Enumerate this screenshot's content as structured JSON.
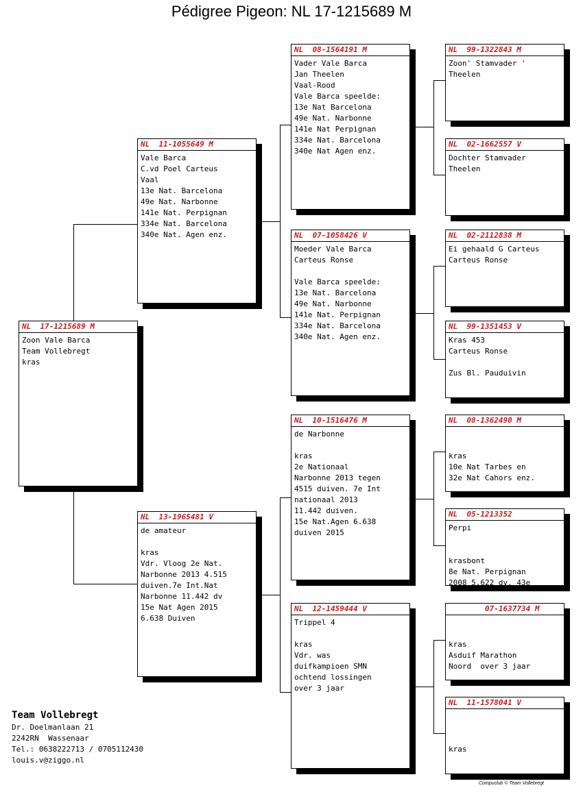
{
  "title": "Pédigree Pigeon: NL  17-1215689 M",
  "pigeons": [
    {
      "id": "p1",
      "ring": "NL  17-1215689 M",
      "lines": [
        "Zoon Vale Barca",
        "Team Vollebregt",
        "kras"
      ]
    },
    {
      "id": "p2",
      "ring": "NL  11-1055649 M",
      "lines": [
        "Vale Barca",
        "C.vd Poel Carteus",
        "Vaal",
        "13e Nat. Barcelona",
        "49e Nat. Narbonne",
        "141e Nat. Perpignan",
        "334e Nat. Barcelona",
        "340e Nat. Agen enz."
      ]
    },
    {
      "id": "p3",
      "ring": "NL  13-1965481 V",
      "lines": [
        "de amateur",
        "",
        "kras",
        "Vdr. Vloog 2e Nat.",
        "Narbonne 2013 4.515",
        "duiven.7e Int.Nat",
        "Narbonne 11.442 dv",
        "15e Nat Agen 2015",
        "6.638 Duiven"
      ]
    },
    {
      "id": "p4",
      "ring": "NL  08-1564191 M",
      "lines": [
        "Vader Vale Barca",
        "Jan Theelen",
        "Vaal-Rood",
        "Vale Barca speelde:",
        "13e Nat Barcelona",
        "49e Nat. Narbonne",
        "141e Nat Perpignan",
        "334e Nat. Barcelona",
        "340e Nat Agen enz."
      ]
    },
    {
      "id": "p5",
      "ring": "NL  07-1058426 V",
      "lines": [
        "Moeder Vale Barca",
        "Carteus Ronse",
        "",
        "Vale Barca speelde:",
        "13e Nat. Barcelona",
        "49e Nat. Narbonne",
        "141e Nat. Perpignan",
        "334e Nat. Barcelona",
        "340e Nat. Agen enz."
      ]
    },
    {
      "id": "p6",
      "ring": "NL  10-1516476 M",
      "lines": [
        "de Narbonne",
        "",
        "kras",
        "2e Nationaal",
        "Narbonne 2013 tegen",
        "4515 duiven. 7e Int",
        "nationaal 2013",
        "11.442 duiven.",
        "15e Nat.Agen 6.638",
        "duiven 2015"
      ]
    },
    {
      "id": "p7",
      "ring": "NL  12-1459444 V",
      "lines": [
        "Trippel 4",
        "",
        "kras",
        "Vdr. was",
        "duifkampioen SMN",
        "ochtend lossingen",
        "over 3 jaar"
      ]
    },
    {
      "id": "p8",
      "ring": "NL  99-1322843 M",
      "lines": [
        "Zoon' Stamvader '",
        "Theelen"
      ]
    },
    {
      "id": "p9",
      "ring": "NL  02-1662557 V",
      "lines": [
        "Dochter Stamvader",
        "Theelen"
      ]
    },
    {
      "id": "p10",
      "ring": "NL  02-2112838 M",
      "lines": [
        "Ei gehaald G Carteus",
        "Carteus Ronse"
      ]
    },
    {
      "id": "p11",
      "ring": "NL  99-1351453 V",
      "lines": [
        "Kras 453",
        "Carteus Ronse",
        "",
        "Zus Bl. Pauduivin"
      ]
    },
    {
      "id": "p12",
      "ring": "NL  08-1362490 M",
      "lines": [
        "",
        "",
        "kras",
        "10e Nat Tarbes en",
        "32e Nat Cahors enz."
      ]
    },
    {
      "id": "p13",
      "ring": "NL  05-1213352",
      "lines": [
        "Perpi",
        "",
        "",
        "krasbont",
        "8e Nat. Perpignan",
        "2008 5.622 dv. 43e"
      ]
    },
    {
      "id": "p14",
      "ring": "        07-1637734 M",
      "lines": [
        "",
        "",
        "kras",
        "Asduif Marathon",
        "Noord  over 3 jaar"
      ]
    },
    {
      "id": "p15",
      "ring": "NL  11-1578041 V",
      "lines": [
        "",
        "",
        "",
        "kras"
      ]
    }
  ],
  "owner": {
    "name": "Team Vollebregt",
    "lines": [
      "Dr. Doelmanlaan 21",
      "2242RN  Wassenaar",
      "Tel.: 0638222713 / 0705112430",
      "louis.v@ziggo.nl"
    ]
  },
  "credit": "Compuclub © Team Vollebregt",
  "colors": {
    "ring_text": "#d01818",
    "border": "#000000",
    "shadow": "#000000"
  }
}
